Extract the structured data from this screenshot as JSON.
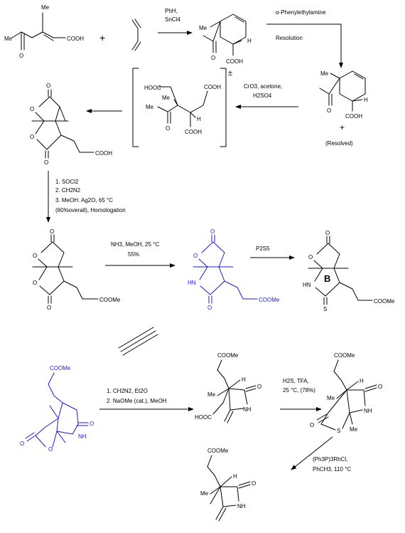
{
  "arrows": {
    "a1": {
      "reagents": [
        "PhH,",
        "SnCl4"
      ]
    },
    "a2": {
      "reagents": [
        "α-Phenylethylamine",
        "Resolution"
      ]
    },
    "a3": {
      "reagents": [
        "CrO3, acetone,",
        "H2SO4"
      ]
    },
    "a4": {
      "reagents": [
        "1. SOCl2",
        "2. CH2N2",
        "3. MeOH. Ag2O, 65 °C",
        "(60%overall), Homologation"
      ]
    },
    "a5": {
      "reagents": [
        "NH3, MeOH, 25 °C",
        "55%"
      ]
    },
    "a6": {
      "reagents": [
        "P2S5"
      ]
    },
    "a7": {
      "reagents": [
        "1. CH2N2, Et2O",
        "2. NaOMe (cat.), MeOH"
      ]
    },
    "a8": {
      "reagents": [
        "H2S, TFA,",
        "25 °C, (78%)"
      ]
    },
    "a9": {
      "reagents": [
        "(Ph3P)3RhCl,",
        "PhCH3, 110 °C"
      ]
    }
  },
  "labels": {
    "plus1": "+",
    "plus2": "+",
    "resolved": "(Resolved)",
    "racemic": "±",
    "ring_b": "B"
  },
  "atoms": {
    "me": "Me",
    "o": "O",
    "h": "H",
    "n": "N",
    "s": "S",
    "cooh": "COOH",
    "hooc": "HOOC",
    "coome": "COOMe",
    "cooh_l": "COOH",
    "coome_r": "COOMe",
    "hn": "HN",
    "nh": "NH",
    "nh_h": "N"
  },
  "colors": {
    "black": "#000000",
    "highlight": "#1a1ad6"
  }
}
